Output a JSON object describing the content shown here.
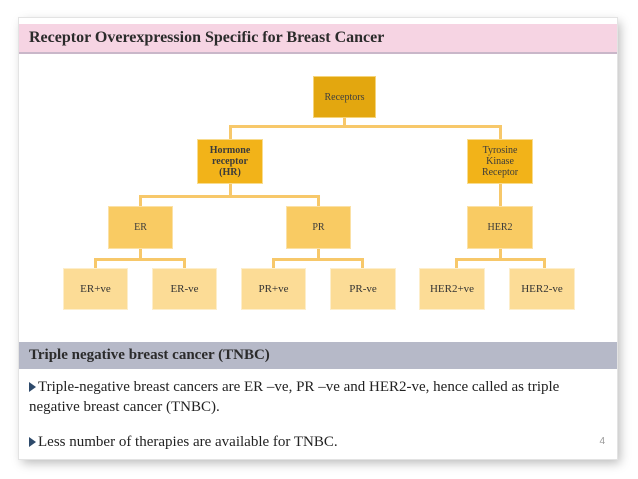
{
  "title": "Receptor Overexpression Specific for Breast Cancer",
  "diagram": {
    "root": "Receptors",
    "hormone_receptor": "Hormone receptor (HR)",
    "tyrosine_kinase_receptor": "Tyrosine Kinase Receptor",
    "er": "ER",
    "pr": "PR",
    "her2": "HER2",
    "leaves": [
      "ER+ve",
      "ER-ve",
      "PR+ve",
      "PR-ve",
      "HER2+ve",
      "HER2-ve"
    ]
  },
  "section_title": "Triple negative breast cancer (TNBC)",
  "bullets": [
    "Triple-negative breast cancers are ER –ve, PR –ve and HER2-ve, hence called as triple negative breast cancer (TNBC).",
    "Less number of therapies are available for TNBC."
  ],
  "page_number": "4"
}
